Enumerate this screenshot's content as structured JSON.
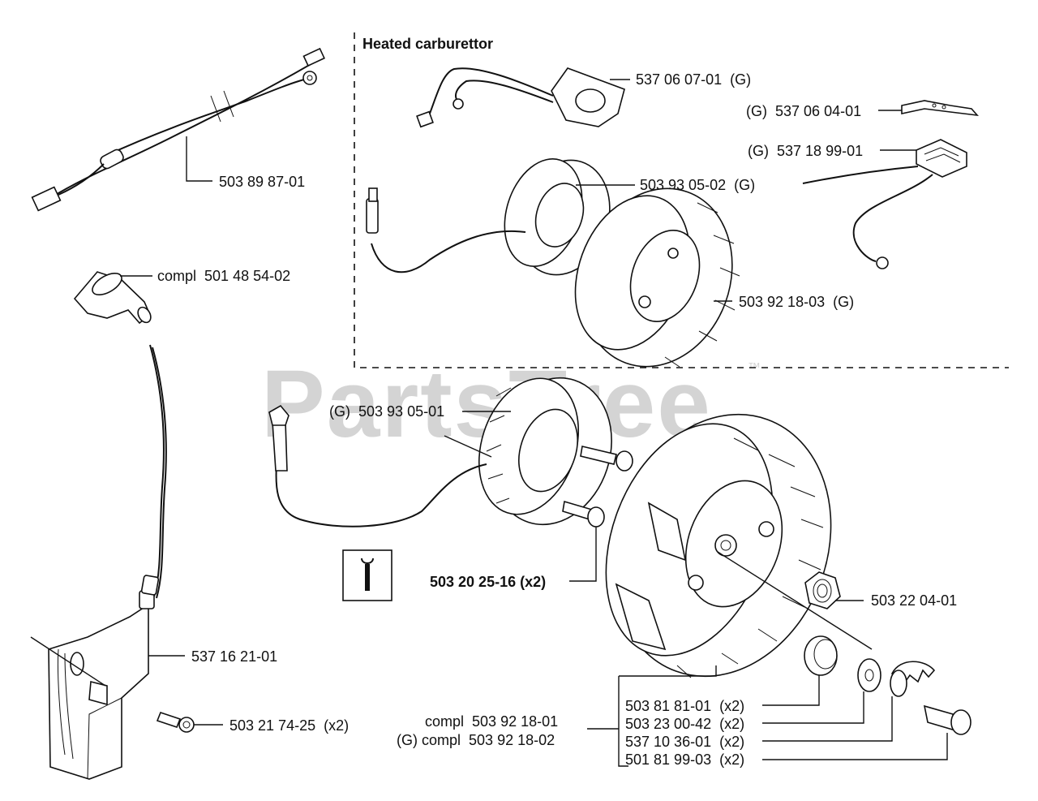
{
  "watermark": {
    "brand": "PartsTree",
    "trademark": "™"
  },
  "section": {
    "heated_title": "Heated carburettor"
  },
  "labels": {
    "wire_harness": "503 89 87-01",
    "plug_cap": {
      "prefix": "compl",
      "number": "501 48 54-02"
    },
    "heated_coil_plate": {
      "number": "537 06 07-01",
      "suffix": "(G)"
    },
    "heated_bracket": {
      "prefix": "(G)",
      "number": "537 06 04-01"
    },
    "heated_sensor": {
      "prefix": "(G)",
      "number": "537 18 99-01"
    },
    "heated_stator": {
      "number": "503 93 05-02",
      "suffix": "(G)"
    },
    "heated_flywheel": {
      "number": "503 92 18-03",
      "suffix": "(G)"
    },
    "stator": {
      "prefix": "(G)",
      "number": "503 93 05-01"
    },
    "stator_screw": "503 20 25-16 (x2)",
    "ignition_module": "537 16 21-01",
    "module_screw": {
      "number": "503 21 74-25",
      "suffix": "(x2)"
    },
    "flywheel_nut": "503 22 04-01",
    "flywheel_compl": {
      "prefix": "compl",
      "number": "503 92 18-01"
    },
    "flywheel_compl_g": {
      "prefix": "(G) compl",
      "number": "503 92 18-02"
    },
    "kit": [
      {
        "number": "503 81 81-01",
        "suffix": "(x2)"
      },
      {
        "number": "503 23 00-42",
        "suffix": "(x2)"
      },
      {
        "number": "537 10 36-01",
        "suffix": "(x2)"
      },
      {
        "number": "501 81 99-03",
        "suffix": "(x2)"
      }
    ]
  },
  "icons": {
    "tool_box": "wrench-icon"
  }
}
